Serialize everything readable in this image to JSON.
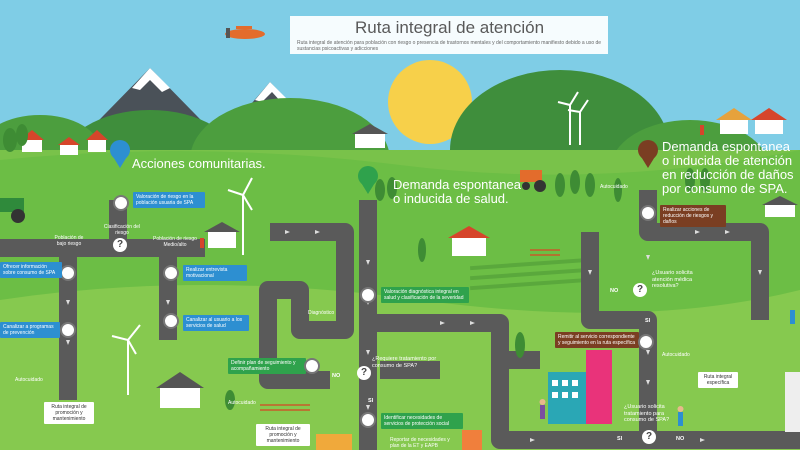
{
  "title": "Ruta integral de atención",
  "subtitle": "Ruta integral de atención para población con riesgo o presencia de trastornos mentales y del comportamiento manifiesto debido a uso de sustancias psicoactivas y adicciones",
  "sections": {
    "acciones": "Acciones comunitarias.",
    "demanda": "Demanda espontanea o inducida de salud.",
    "demanda_spa": "Demanda espontanea o inducida de atención en reducción de daños por consumo de SPA."
  },
  "left_boxes": {
    "valoracion": "Valoración de riesgo en la población usuaria de SPA",
    "clasificacion": "Clasificación del riesgo",
    "poblacion_bajo": "Población de bajo riesgo",
    "poblacion_medio": "Población de riesgo Medio/alto",
    "ofrecer": "Ofrecer información sobre consumo de SPA",
    "entrevista": "Realizar entrevista motivacional",
    "canalizar_servicios": "Canalizar al usuario a los servicios de salud",
    "canalizar_programas": "Canalizar a programas de prevención",
    "autocuidado": "Autocuidado",
    "ruta_promocion": "Ruta integral de promoción y mantenimiento"
  },
  "center_boxes": {
    "valoracion_dx": "Valoración diagnóstica integral en salud y clasificación de la severidad",
    "diagnostico": "Diagnóstico",
    "plan": "Definir plan de seguimiento y acompañamiento",
    "requiere": "¿Requiere tratamiento por consumo de SPA?",
    "autocuidado": "Autocuidado",
    "ruta_promocion": "Ruta integral de promoción y mantenimiento",
    "identificar": "Identificar necesidades de servicios de protección social",
    "reportar": "Reportar de necesidades y plan de la ET y EAPB"
  },
  "right_boxes": {
    "autocuidado": "Autocuidado",
    "acciones": "Realizar acciones de reducción de riesgos y daños",
    "solicita_medica": "¿Usuario solicita atención médica resolutiva?",
    "remitir": "Remitir al servicio correspondiente y seguimiento en la ruta específica",
    "autocuidado2": "Autocuidado",
    "ruta_especifica": "Ruta integral específica",
    "solicita_tratamiento": "¿Usuario solicita tratamiento para consumo de SPA?"
  },
  "decisions": {
    "no": "NO",
    "si": "SI",
    "q": "?"
  },
  "colors": {
    "sky": "#7fcde6",
    "road": "#5a5a5a",
    "grass": "#6cbe45",
    "blue_tag": "#2d8fd1",
    "green_tag": "#2fa24c",
    "brown_tag": "#7a3e22",
    "sun": "#f7d04a"
  },
  "icons": [
    "airplane-icon",
    "sun-icon",
    "pin-blue-icon",
    "pin-green-icon",
    "pin-brown-icon",
    "wind-turbine-icon",
    "tractor-icon",
    "house-icon",
    "building-icon",
    "people-icon"
  ]
}
